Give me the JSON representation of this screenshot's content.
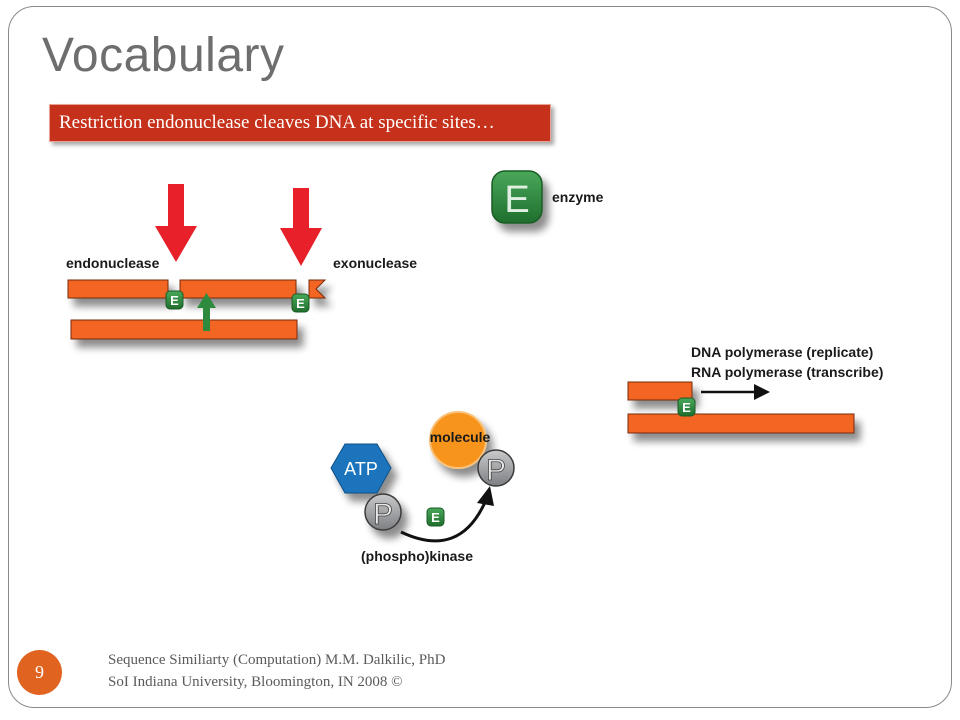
{
  "slide": {
    "title": "Vocabulary",
    "banner": "Restriction endonuclease cleaves DNA at specific sites…",
    "page_number": "9",
    "footer_line1": "Sequence Similiarty (Computation) M.M. Dalkilic, PhD",
    "footer_line2": "SoI Indiana University, Bloomington, IN 2008 ©"
  },
  "diagram": {
    "enzyme_symbol": "E",
    "enzyme_label": "enzyme",
    "endonuclease_label": "endonuclease",
    "exonuclease_label": "exonuclease",
    "polymerase_line1": "DNA polymerase (replicate)",
    "polymerase_line2": "RNA polymerase (transcribe)",
    "atp_label": "ATP",
    "molecule_label": "molecule",
    "phosphate_symbol": "P",
    "kinase_label": "(phospho)kinase",
    "colors": {
      "dna_strand": "#f26522",
      "enzyme_green": "#2e8b3e",
      "cut_arrow_red": "#e8202a",
      "atp_blue": "#1c75bc",
      "molecule_orange": "#f7941d",
      "phosphate_gray": "#939598"
    }
  }
}
